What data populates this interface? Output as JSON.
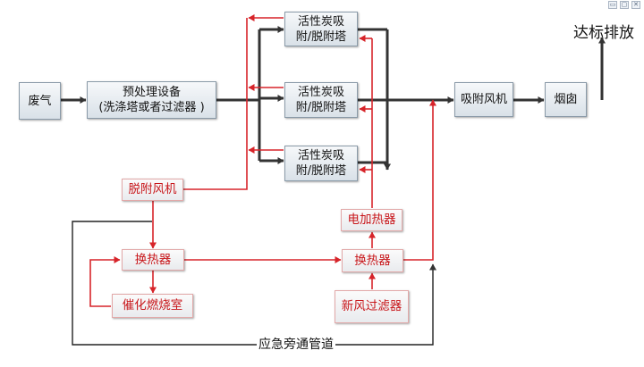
{
  "nodes": {
    "waste_gas": "废气",
    "pretreatment": "预处理设备\n(洗涤塔或者过滤器 )",
    "carbon_tower_1": "活性炭吸\n附/脱附塔",
    "carbon_tower_2": "活性炭吸\n附/脱附塔",
    "carbon_tower_3": "活性炭吸\n附/脱附塔",
    "suction_fan": "吸附风机",
    "chimney": "烟囱",
    "desorption_fan": "脱附风机",
    "heat_exchanger_left": "换热器",
    "catalytic_chamber": "催化燃烧室",
    "electric_heater": "电加热器",
    "heat_exchanger_right": "换热器",
    "fresh_air_filter": "新风过滤器"
  },
  "labels": {
    "discharge": "达标排放",
    "bypass": "应急旁通管道"
  },
  "window_controls": [
    "▭",
    "▢",
    "✕"
  ],
  "colors": {
    "main_flow": "#333333",
    "desorption_flow": "#d7242a",
    "box_border": "#8a9aa8",
    "red_text": "#c8171b"
  }
}
